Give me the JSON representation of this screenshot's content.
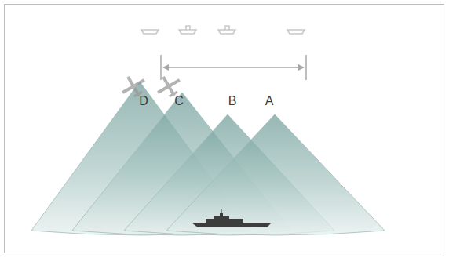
{
  "diagram": {
    "nodes": [
      {
        "text": [
          "D"
        ]
      },
      {
        "text": [
          "C"
        ]
      },
      {
        "text": [
          "B"
        ]
      },
      {
        "text": [
          "A"
        ]
      }
    ]
  }
}
